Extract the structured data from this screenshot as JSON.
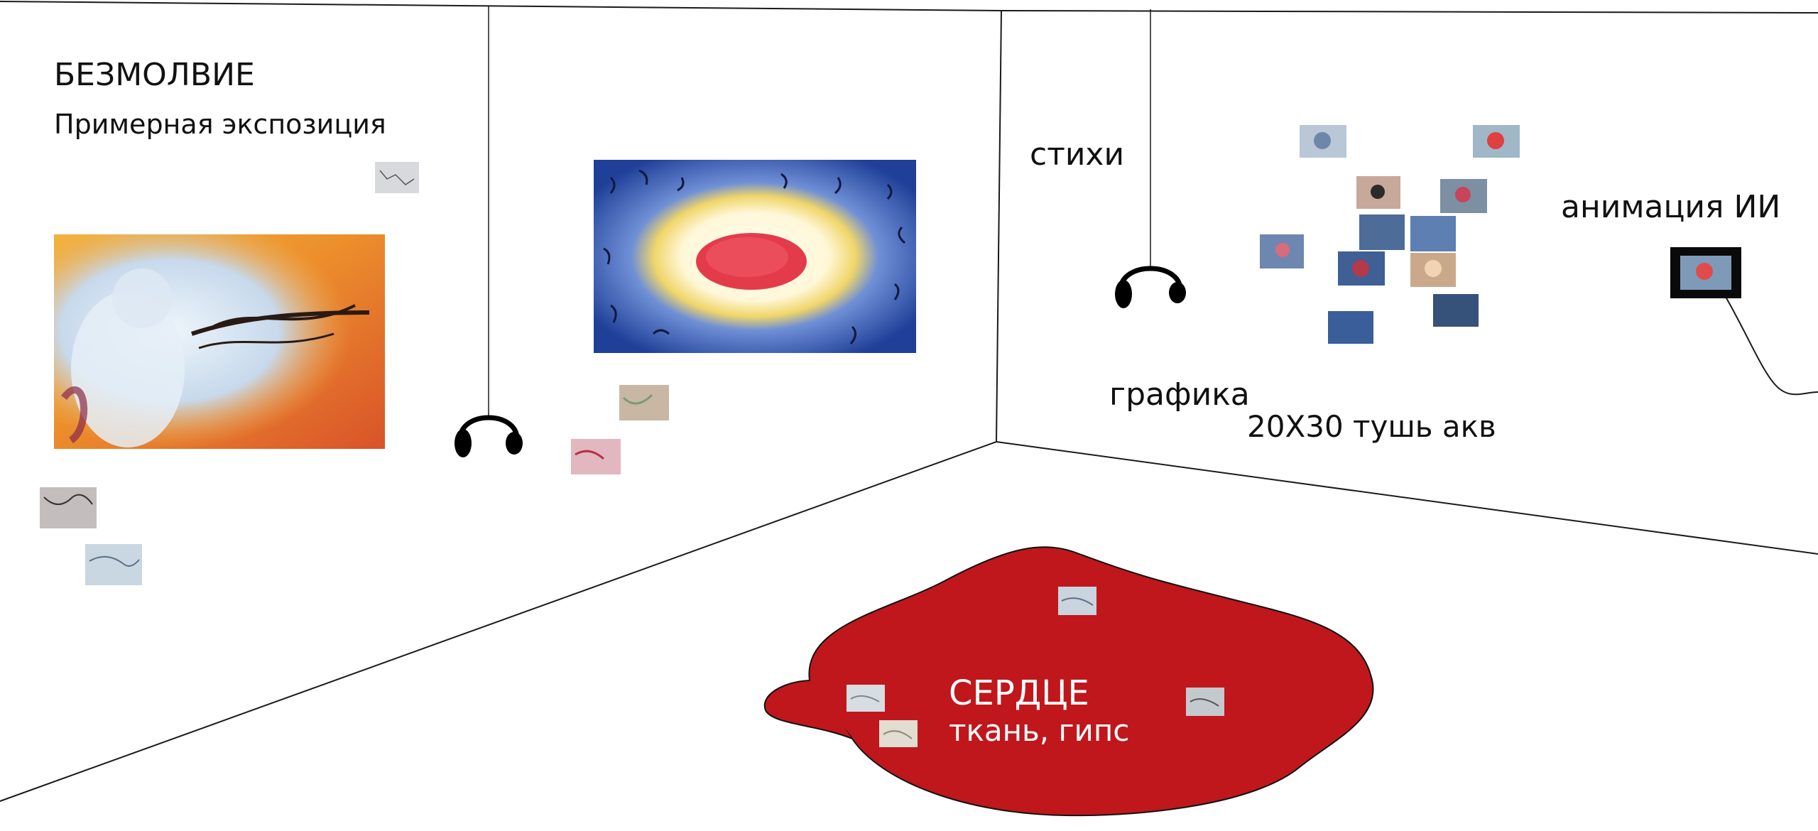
{
  "title": "БЕЗМОЛВИЕ",
  "subtitle": "Примерная экспозиция",
  "labels": {
    "poems": "стихи",
    "graphics": "графика",
    "graphics_spec": "20Х30 тушь акв",
    "animation": "анимация ИИ",
    "heart_title": "СЕРДЦЕ",
    "heart_materials": "ткань, гипс"
  },
  "colors": {
    "heart_fill": "#c0171c",
    "wall_line": "#1a1a1a",
    "painting_blue": "#2b4fa8",
    "painting_orange": "#e8922e"
  },
  "icons": [
    "headphones-icon",
    "headphones-icon"
  ]
}
